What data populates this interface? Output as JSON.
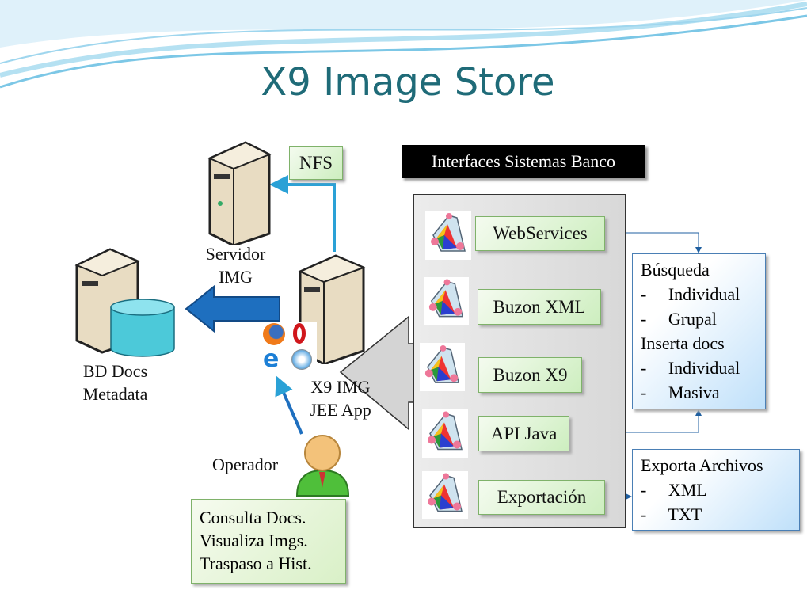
{
  "title": "X9 Image Store",
  "nfs_label": "NFS",
  "interfaces_header": "Interfaces Sistemas Banco",
  "servers": {
    "image_server": [
      "Servidor",
      "IMG"
    ],
    "db": [
      "BD Docs",
      "Metadata"
    ],
    "app": [
      "X9 IMG",
      "JEE App"
    ]
  },
  "operator_label": "Operador",
  "operator_actions": [
    "Consulta Docs.",
    "Visualiza Imgs.",
    "Traspaso a Hist."
  ],
  "interfaces": [
    "WebServices",
    "Buzon XML",
    "Buzon X9",
    "API Java",
    "Exportación"
  ],
  "search_box": [
    "Búsqueda",
    "-     Individual",
    "-     Grupal",
    "Inserta docs",
    "-     Individual",
    "-     Masiva"
  ],
  "export_box": [
    "Exporta Archivos",
    "-     XML",
    "-     TXT"
  ],
  "colors": {
    "title": "#1f6b78",
    "arrow_blue": "#1e6fbf",
    "line_blue": "#2aa1d6"
  }
}
